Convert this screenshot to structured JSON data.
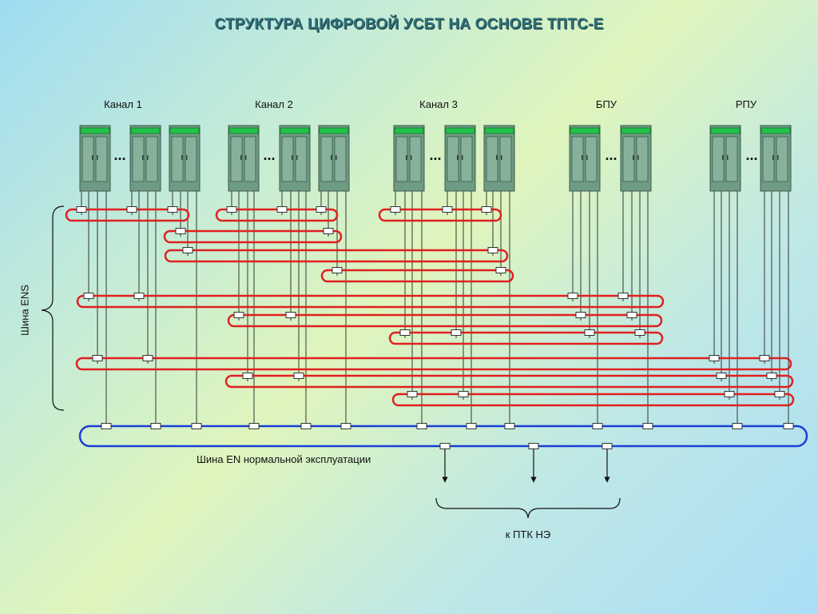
{
  "title": "СТРУКТУРА ЦИФРОВОЙ УСБТ НА ОСНОВЕ ТПТС-Е",
  "groups": [
    {
      "label": "Канал 1"
    },
    {
      "label": "Канал 2"
    },
    {
      "label": "Канал 3"
    },
    {
      "label": "БПУ"
    },
    {
      "label": "РПУ"
    }
  ],
  "ellipsis": "...",
  "ens_bus_label": "Шина ENS",
  "en_bus_label": "Шина EN нормальной эксплуатации",
  "ptk_label": "к ПТК НЭ",
  "colors": {
    "ens_bus": "#e02020",
    "en_bus": "#1a3fd6",
    "cabinet": "#6e9b84",
    "cabinet_top": "#22c24a",
    "title": "#2e6f78"
  }
}
